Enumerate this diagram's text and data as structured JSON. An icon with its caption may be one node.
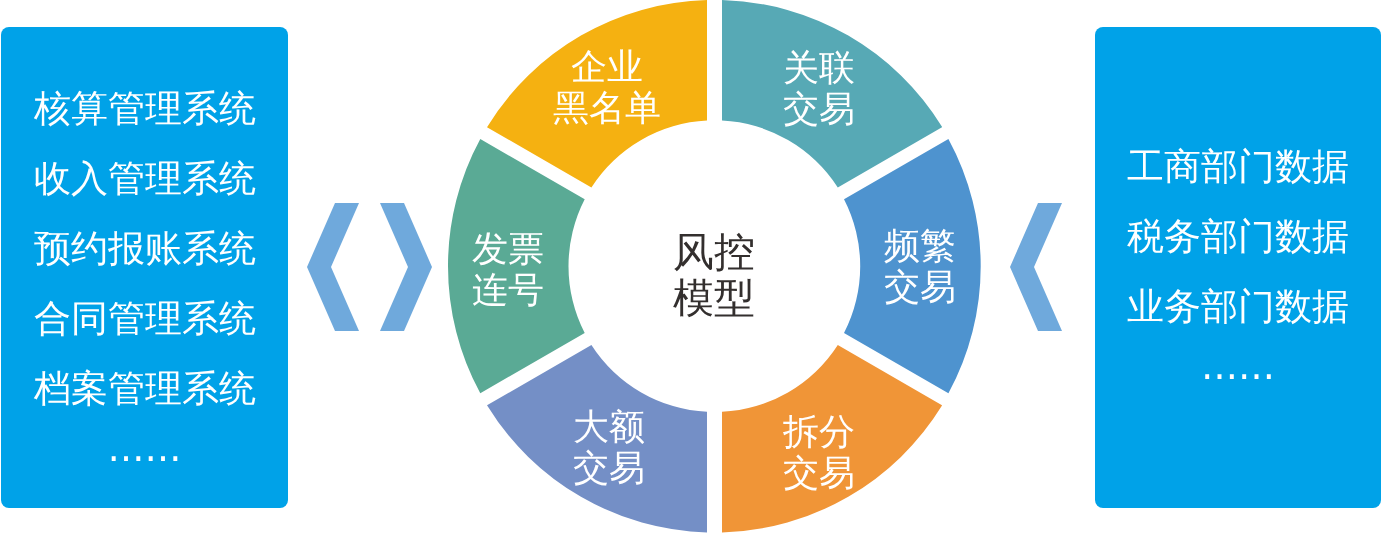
{
  "diagram": {
    "nodes": [
      {
        "text": [
          "核算管理系统",
          "收入管理系统",
          "预约报账系统",
          "合同管理系统",
          "档案管理系统",
          "……"
        ]
      },
      {
        "text": [
          "风控模型"
        ]
      },
      {
        "text": [
          "企业黑名单"
        ],
        "in": 1
      },
      {
        "text": [
          "关联交易"
        ],
        "in": 1
      },
      {
        "text": [
          "发票连号"
        ],
        "in": 1
      },
      {
        "text": [
          "频繁交易"
        ],
        "in": 1
      },
      {
        "text": [
          "大额交易"
        ],
        "in": 1
      },
      {
        "text": [
          "拆分交易"
        ],
        "in": 1
      },
      {
        "text": [
          "工商部门数据",
          "税务部门数据",
          "业务部门数据",
          "……"
        ]
      }
    ],
    "edges": [
      {
        "from": 0,
        "to": 1,
        "arrow": "both"
      },
      {
        "from": 8,
        "to": 1,
        "arrow": "to"
      }
    ]
  }
}
